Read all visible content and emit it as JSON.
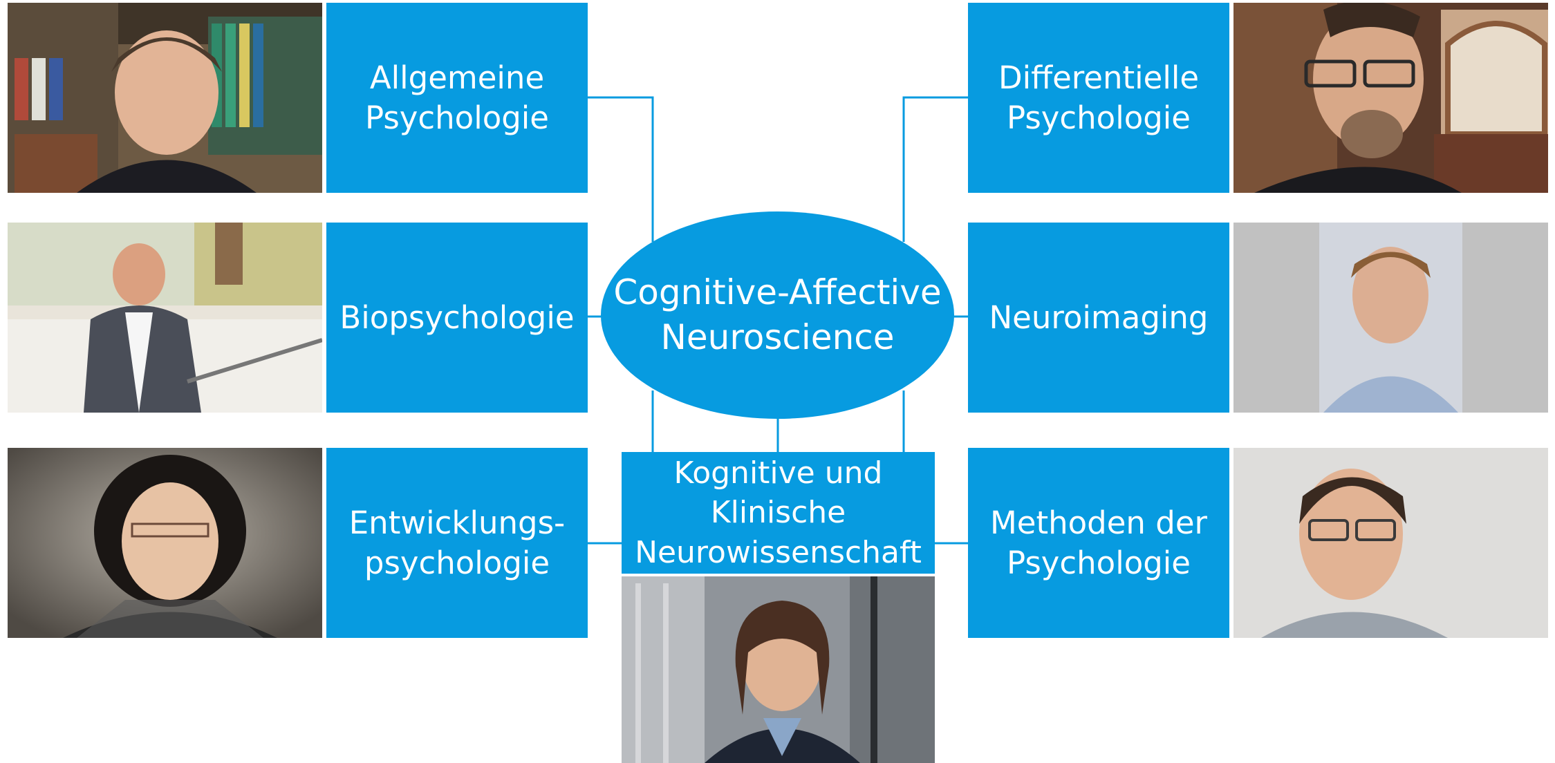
{
  "hub": {
    "line1": "Cognitive-Affective",
    "line2": "Neuroscience"
  },
  "boxes": {
    "allgemeine": {
      "line1": "Allgemeine",
      "line2": "Psychologie"
    },
    "bio": {
      "line1": "Biopsychologie"
    },
    "entwicklung": {
      "line1": "Entwicklungs-",
      "line2": "psychologie"
    },
    "differentielle": {
      "line1": "Differentielle",
      "line2": "Psychologie"
    },
    "neuroimaging": {
      "line1": "Neuroimaging"
    },
    "methoden": {
      "line1": "Methoden der",
      "line2": "Psychologie"
    },
    "kognitive": {
      "line1": "Kognitive und",
      "line2": "Klinische",
      "line3": "Neurowissenschaft"
    }
  },
  "colors": {
    "accent": "#079be0",
    "background": "#ffffff",
    "text": "#ffffff"
  }
}
